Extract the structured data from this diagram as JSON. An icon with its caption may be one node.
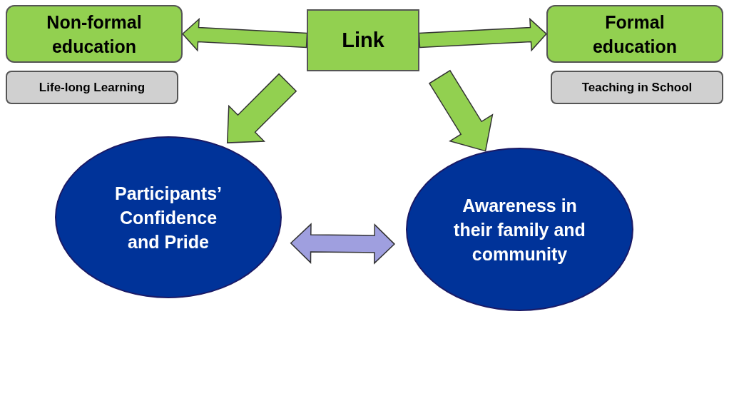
{
  "diagram": {
    "nodes": [
      {
        "text": [
          "Non-formal education"
        ]
      },
      {
        "text": [
          "Life-long Learning"
        ]
      },
      {
        "text": [
          "Link"
        ]
      },
      {
        "text": [
          "Formal education"
        ]
      },
      {
        "text": [
          "Teaching in School"
        ]
      },
      {
        "text": [
          "Participants’ Confidence and Pride"
        ]
      },
      {
        "text": [
          "Awareness in their family and community"
        ]
      }
    ],
    "edges": [
      {
        "from": 2,
        "to": 0,
        "arrow": "to"
      },
      {
        "from": 2,
        "to": 3,
        "arrow": "to"
      },
      {
        "from": 2,
        "to": 5,
        "arrow": "to"
      },
      {
        "from": 2,
        "to": 6,
        "arrow": "to"
      },
      {
        "from": 5,
        "to": 6,
        "arrow": "both",
        "color": "#9f9fdf"
      }
    ]
  }
}
